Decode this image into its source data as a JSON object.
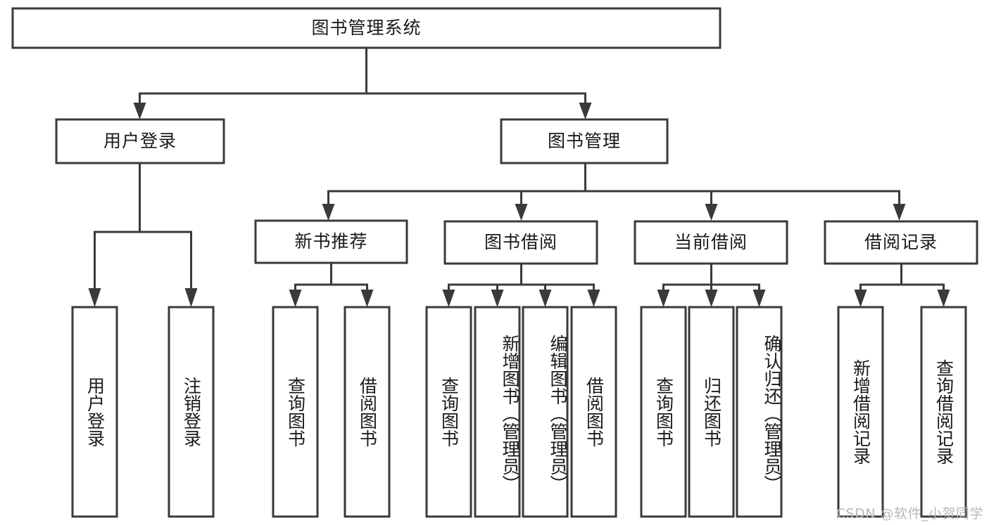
{
  "diagram": {
    "type": "tree",
    "title": "图书管理系统",
    "watermark": "CSDN @软件_小贺同学",
    "nodes": {
      "root": {
        "label": "图书管理系统"
      },
      "l2": [
        {
          "label": "用户登录"
        },
        {
          "label": "图书管理"
        }
      ],
      "l3": [
        {
          "label": "新书推荐"
        },
        {
          "label": "图书借阅"
        },
        {
          "label": "当前借阅"
        },
        {
          "label": "借阅记录"
        }
      ],
      "leaves": [
        {
          "label": "用户登录"
        },
        {
          "label": "注销登录"
        },
        {
          "label": "查询图书"
        },
        {
          "label": "借阅图书"
        },
        {
          "label": "查询图书"
        },
        {
          "label": "新增图书（管理员）"
        },
        {
          "label": "编辑图书（管理员）"
        },
        {
          "label": "借阅图书"
        },
        {
          "label": "查询图书"
        },
        {
          "label": "归还图书"
        },
        {
          "label": "确认归还（管理员）"
        },
        {
          "label": "新增借阅记录"
        },
        {
          "label": "查询借阅记录"
        }
      ]
    },
    "colors": {
      "stroke": "#3a3a3a",
      "fill": "#ffffff",
      "text": "#1a1a1a",
      "watermark": "#b9b9b9"
    }
  }
}
